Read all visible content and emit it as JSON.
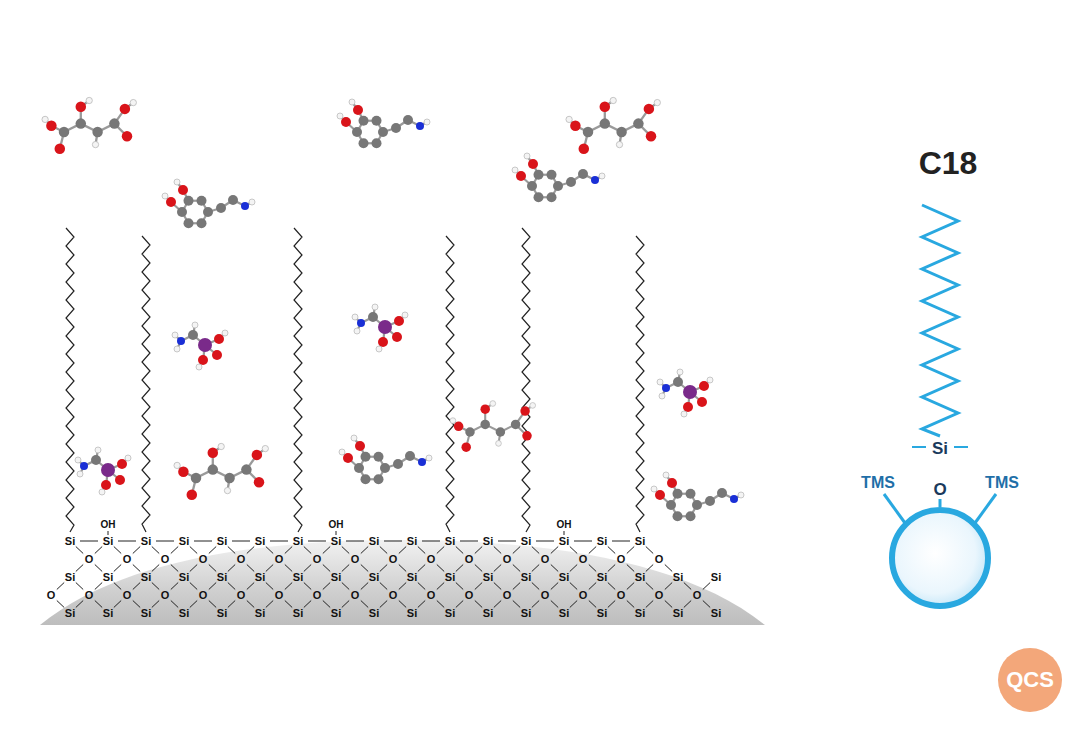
{
  "diagram": {
    "nodes": [
      {
        "text": [
          "QCS"
        ]
      }
    ],
    "labels": [
      "C18",
      "Si",
      "O",
      "TMS",
      "TMS",
      "OH",
      "OH",
      "OH",
      "Si",
      "Si",
      "Si",
      "Si",
      "Si",
      "Si",
      "Si",
      "Si",
      "Si",
      "Si",
      "Si",
      "Si",
      "Si",
      "Si",
      "Si",
      "Si",
      "O",
      "O",
      "O",
      "O",
      "O",
      "O",
      "O",
      "O",
      "O",
      "O",
      "O",
      "O",
      "O",
      "O",
      "O",
      "O",
      "Si",
      "Si",
      "Si",
      "Si",
      "Si",
      "Si",
      "Si",
      "Si",
      "Si",
      "Si",
      "Si",
      "Si",
      "Si",
      "Si",
      "Si",
      "Si",
      "Si",
      "Si",
      "O",
      "O",
      "O",
      "O",
      "O",
      "O",
      "O",
      "O",
      "O",
      "O",
      "O",
      "O",
      "O",
      "O",
      "O",
      "O",
      "O",
      "O",
      "Si",
      "Si",
      "Si",
      "Si",
      "Si",
      "Si",
      "Si",
      "Si",
      "Si",
      "Si",
      "Si",
      "Si",
      "Si",
      "Si",
      "Si",
      "Si",
      "Si",
      "Si"
    ]
  }
}
